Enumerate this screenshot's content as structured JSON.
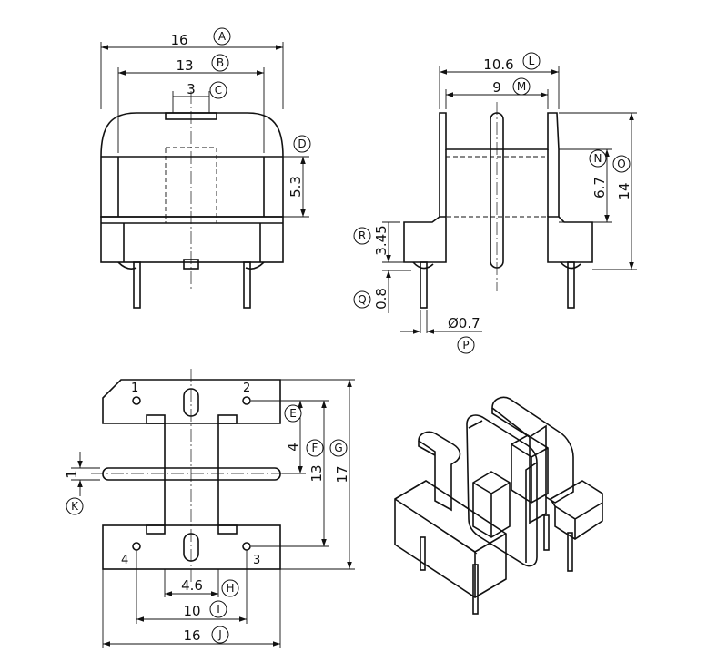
{
  "dims": {
    "A": "16",
    "B": "13",
    "C": "3",
    "D": "5.3",
    "L": "10.6",
    "M": "9",
    "N": "6.7",
    "O": "14",
    "R": "3.45",
    "Q": "0.8",
    "P": "Ø0.7",
    "K": "1",
    "E": "4",
    "F": "13",
    "G": "17",
    "H": "4.6",
    "I": "10",
    "J": "16"
  },
  "labels": {
    "A": "A",
    "B": "B",
    "C": "C",
    "D": "D",
    "L": "L",
    "M": "M",
    "N": "N",
    "O": "O",
    "R": "R",
    "Q": "Q",
    "P": "P",
    "K": "K",
    "E": "E",
    "F": "F",
    "G": "G",
    "H": "H",
    "I": "I",
    "J": "J"
  },
  "pins": {
    "p1": "1",
    "p2": "2",
    "p3": "3",
    "p4": "4"
  }
}
